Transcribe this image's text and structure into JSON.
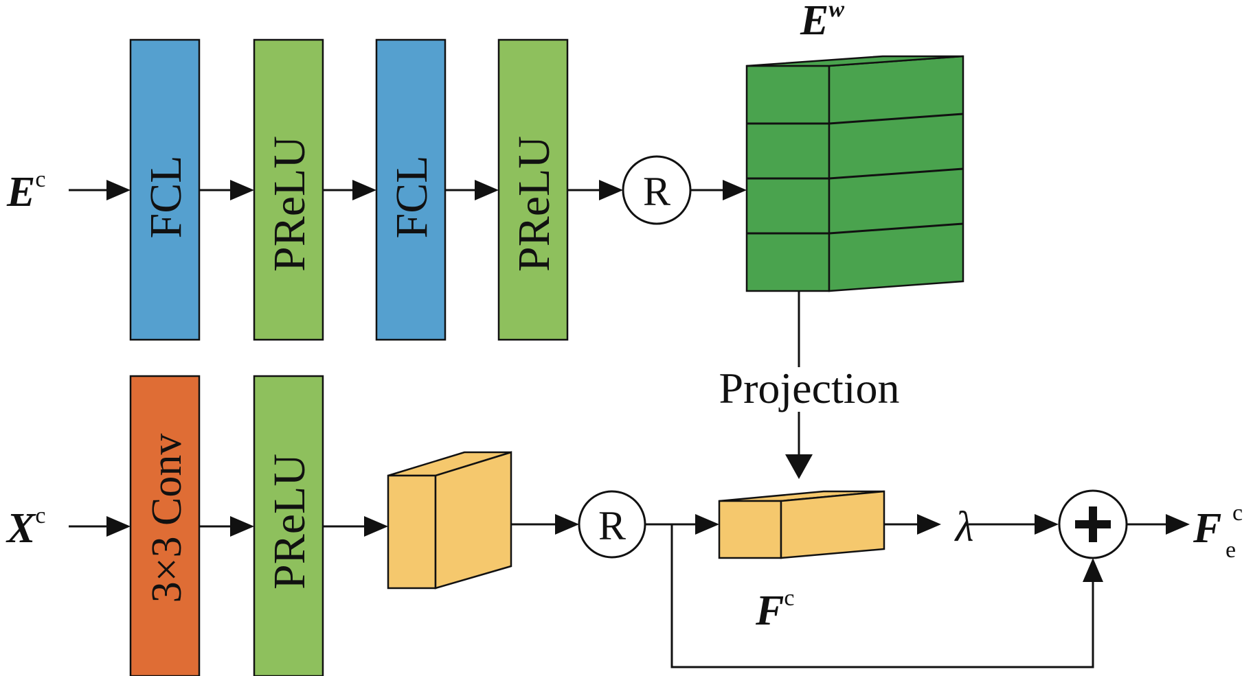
{
  "colors": {
    "fcl": "#55a0cf",
    "prelu": "#8ec05d",
    "conv": "#df6d35",
    "tensor_dark": "#4aa34e",
    "tensor_yellow": "#f5c86d",
    "line": "#111111"
  },
  "inputs": {
    "ec": {
      "main": "E",
      "sup": "c"
    },
    "xc": {
      "main": "X",
      "sup": "c"
    }
  },
  "top_row": {
    "blocks": [
      "FCL",
      "PReLU",
      "FCL",
      "PReLU"
    ],
    "reshape": "R",
    "tensor_label": {
      "main": "E",
      "sup": "w"
    }
  },
  "projection_label": "Projection",
  "bottom_row": {
    "blocks": [
      "3×3 Conv",
      "PReLU"
    ],
    "reshape": "R",
    "scale": "λ",
    "feature_label": {
      "main": "F",
      "sup": "c"
    },
    "output_label": {
      "main": "F",
      "sub": "e",
      "sup": "c"
    }
  }
}
